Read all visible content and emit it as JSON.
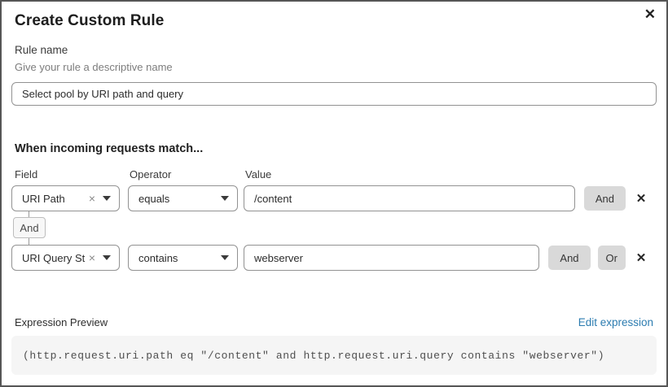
{
  "dialog": {
    "title": "Create Custom Rule",
    "close_icon": "✕"
  },
  "rule_name": {
    "label": "Rule name",
    "help": "Give your rule a descriptive name",
    "value": "Select pool by URI path and query"
  },
  "match": {
    "heading": "When incoming requests match...",
    "columns": {
      "field": "Field",
      "operator": "Operator",
      "value": "Value"
    },
    "rows": [
      {
        "field": "URI Path",
        "operator": "equals",
        "value": "/content",
        "and_label": "And",
        "remove_icon": "✕"
      },
      {
        "field": "URI Query St...",
        "operator": "contains",
        "value": "webserver",
        "and_label": "And",
        "or_label": "Or",
        "remove_icon": "✕"
      }
    ],
    "connector_label": "And",
    "clear_icon": "×"
  },
  "expression": {
    "label": "Expression Preview",
    "edit_link": "Edit expression",
    "code": "(http.request.uri.path eq \"/content\" and http.request.uri.query contains \"webserver\")"
  },
  "colors": {
    "link": "#2c7cb0",
    "conj_button_bg": "#d9d9d9",
    "code_bg": "#f5f5f5",
    "border": "#929292"
  }
}
